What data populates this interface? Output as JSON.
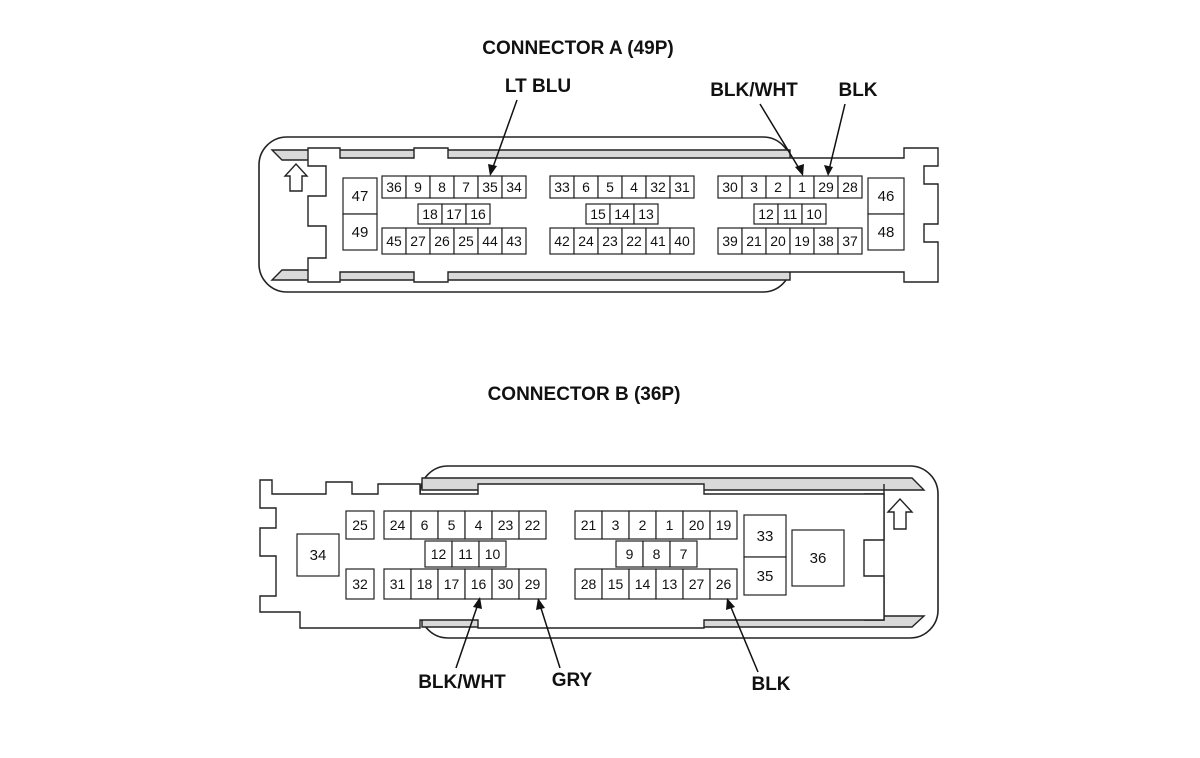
{
  "connector_a": {
    "title": "CONNECTOR A (49P)",
    "pins": [
      "36",
      "9",
      "8",
      "7",
      "35",
      "34",
      "33",
      "6",
      "5",
      "4",
      "32",
      "31",
      "30",
      "3",
      "2",
      "1",
      "29",
      "28",
      "18",
      "17",
      "16",
      "15",
      "14",
      "13",
      "12",
      "11",
      "10",
      "45",
      "27",
      "26",
      "25",
      "44",
      "43",
      "42",
      "24",
      "23",
      "22",
      "41",
      "40",
      "39",
      "21",
      "20",
      "19",
      "38",
      "37",
      "47",
      "49",
      "46",
      "48"
    ],
    "wires": [
      {
        "label": "LT BLU",
        "pin": "35"
      },
      {
        "label": "BLK/WHT",
        "pin": "1"
      },
      {
        "label": "BLK",
        "pin": "29"
      }
    ]
  },
  "connector_b": {
    "title": "CONNECTOR B (36P)",
    "pins": [
      "25",
      "24",
      "6",
      "5",
      "4",
      "23",
      "22",
      "21",
      "3",
      "2",
      "1",
      "20",
      "19",
      "12",
      "11",
      "10",
      "9",
      "8",
      "7",
      "32",
      "31",
      "18",
      "17",
      "16",
      "30",
      "29",
      "28",
      "15",
      "14",
      "13",
      "27",
      "26",
      "34",
      "33",
      "35",
      "36"
    ],
    "wires": [
      {
        "label": "BLK/WHT",
        "pin": "16"
      },
      {
        "label": "GRY",
        "pin": "29"
      },
      {
        "label": "BLK",
        "pin": "26"
      }
    ]
  }
}
